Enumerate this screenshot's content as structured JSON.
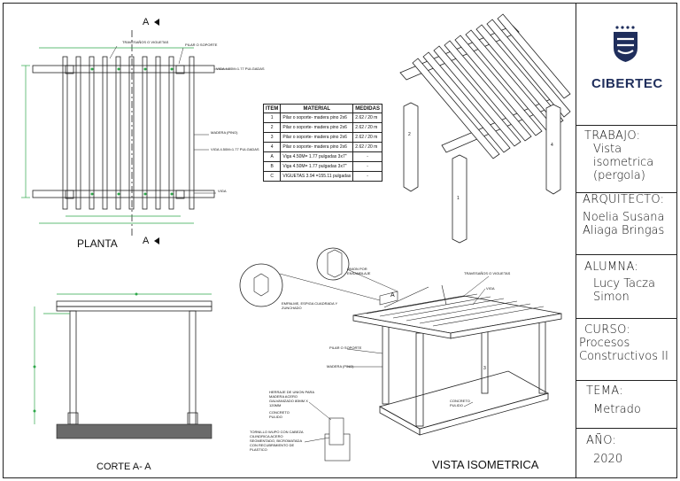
{
  "views": {
    "plan": "PLANTA",
    "section": "CORTE A- A",
    "isometric": "VISTA ISOMETRICA",
    "section_mark": "A"
  },
  "table": {
    "headers": [
      "ITEM",
      "MATERIAL",
      "MEDIDAS"
    ],
    "rows": [
      {
        "item": "1",
        "material": "Pilar o soporte- madera pino 2x6",
        "medida": "2.62 / 20 m"
      },
      {
        "item": "2",
        "material": "Pilar o soporte- madera pino 2x6",
        "medida": "2.62 / 20 m"
      },
      {
        "item": "3",
        "material": "Pilar o soporte- madera pino 2x6",
        "medida": "2.62 / 20 m"
      },
      {
        "item": "4",
        "material": "Pilar o soporte- madera pino 2x6",
        "medida": "2.62 / 20 m"
      },
      {
        "item": "A",
        "material": "Viga 4.50M= 1.77 pulgadas 3x7\"",
        "medida": "-"
      },
      {
        "item": "B",
        "material": "Viga 4.50M= 1.77 pulgadas 3x7\"",
        "medida": "-"
      },
      {
        "item": "C",
        "material": "VIGUETAS 3.94 =155.11 pulgadas",
        "medida": "-"
      }
    ]
  },
  "annotations": {
    "plan_traversanos": "TRAVESAÑOS O VIGUETAS",
    "plan_pilar": "PILAR O SOPORTE",
    "plan_viga1": "VIGA 4.50M=1.77 PULGADAS",
    "plan_madera": "MADERA (PINO)",
    "plan_viga2": "VIGA 4.50M=1.77 PULGADAS",
    "plan_viga3": "VIGA",
    "iso_union": "UNION POR ENSAMBLAJE",
    "iso_travesanos": "TRAVESAÑOS O VIGUETAS",
    "iso_viga": "VIGA",
    "iso_empalme": "EMPALME, ESPIGA CUADRADA Y ZUNCHADO",
    "iso_pilar": "PILAR O SOPORTE",
    "iso_madera": "MADERA (PINO)",
    "iso_herraje": "HERRAJE DE UNION PARA MADERA ACERO GALVANIZADO 80MM X 120MM",
    "iso_concreto1": "CONCRETO PULIDO",
    "iso_concreto2": "CONCRETO PULIDO",
    "iso_tornillo": "TORNILLO WUPO CON CABEZA CILINDRICA ACERO SEGMENTADO, BICROMATADA CON RECUBRIMIENTO DE PLASTICO",
    "iso_label_a": "A",
    "post_1": "1",
    "post_2": "2",
    "post_3": "3",
    "post_4": "4"
  },
  "titleblock": {
    "logo_text": "CIBERTEC",
    "trabajo_label": "TRABAJO:",
    "trabajo_value": "Vista isometrica (pergola)",
    "arquitecto_label": "ARQUITECTO:",
    "arquitecto_value": "Noelia Susana Aliaga Bringas",
    "alumna_label": "ALUMNA:",
    "alumna_value": "Lucy Tacza Simon",
    "curso_label": "CURSO:",
    "curso_value": "Procesos Constructivos II",
    "tema_label": "TEMA:",
    "tema_value": "Metrado",
    "anio_label": "AÑO:",
    "anio_value": "2020"
  },
  "colors": {
    "line": "#222222",
    "dim_green": "#2ea84a",
    "logo_blue": "#1f2e5c",
    "ground": "#6a6a6a"
  }
}
